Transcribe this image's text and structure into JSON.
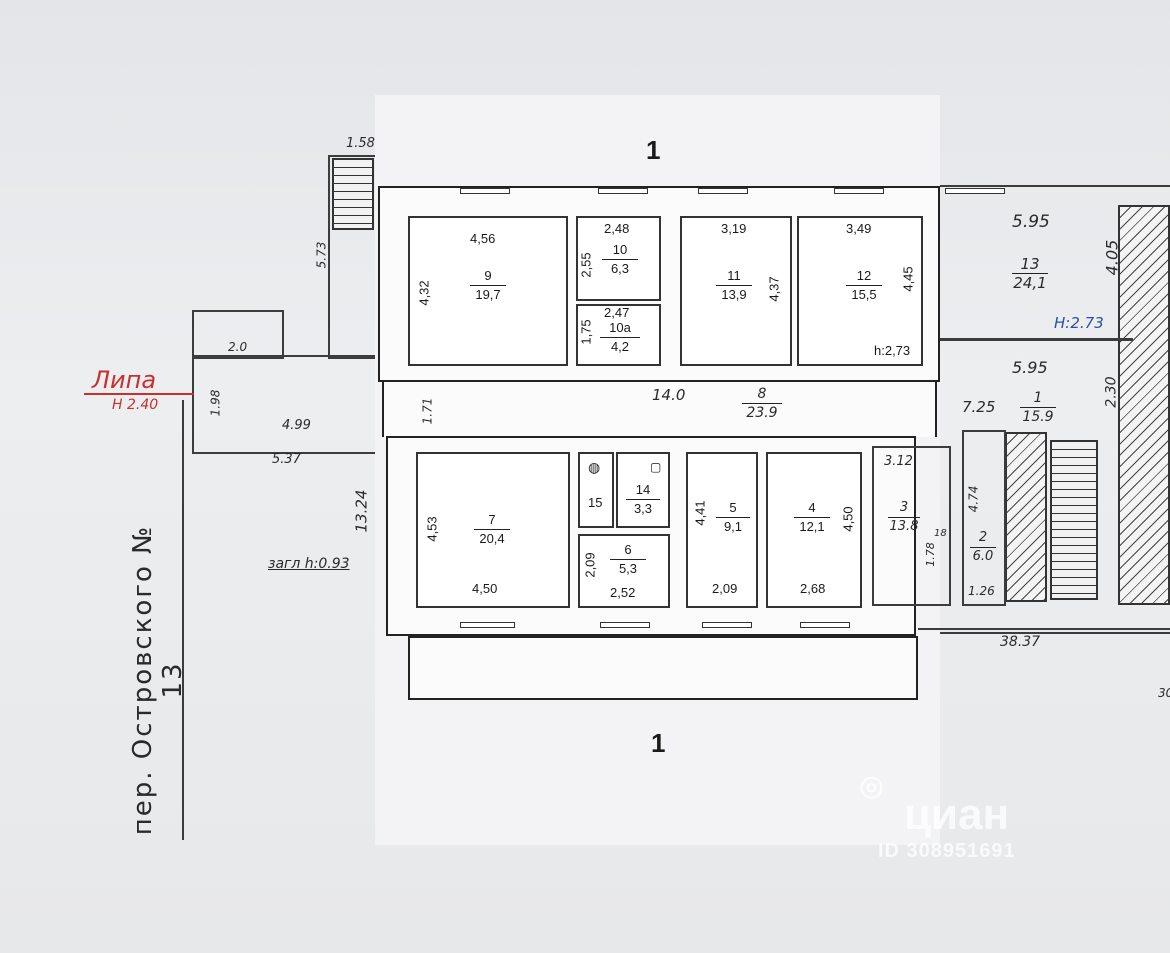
{
  "sheet_label_top": "1",
  "sheet_label_bottom": "1",
  "street_label": "Липа",
  "street_height": "H 2.40",
  "address": "пер. Островского № 13",
  "ground_level": "загл h:0.93",
  "watermark_brand": "циан",
  "watermark_id": "ID 308951691",
  "ceiling_height": "h:2,73",
  "annex_height": "H:2.73",
  "rooms": {
    "r9": {
      "num": "9",
      "area": "19,7",
      "top": "4,56",
      "side": "4,32"
    },
    "r10": {
      "num": "10",
      "area": "6,3",
      "top": "2,48",
      "side": "2,55"
    },
    "r10a": {
      "num": "10а",
      "area": "4,2",
      "top": "2,47",
      "side": "1,75"
    },
    "r11": {
      "num": "11",
      "area": "13,9",
      "top": "3,19",
      "side": "4,37"
    },
    "r12": {
      "num": "12",
      "area": "15,5",
      "top": "3,49",
      "side": "4,45"
    },
    "r13": {
      "num": "13",
      "area": "24,1",
      "top": "5.95",
      "side": "4.05"
    },
    "r8": {
      "num": "8",
      "area": "23.9",
      "len": "14.0",
      "side": "1.71"
    },
    "r1": {
      "num": "1",
      "area": "15.9",
      "top": "5.95",
      "left": "7.25",
      "side": "2.30"
    },
    "r7": {
      "num": "7",
      "area": "20,4",
      "side": "4,53",
      "bottom": "4,50"
    },
    "r15": {
      "num": "15"
    },
    "r14": {
      "num": "14",
      "area": "3,3"
    },
    "r6": {
      "num": "6",
      "area": "5,3",
      "side": "2,09",
      "bottom": "2,52"
    },
    "r5": {
      "num": "5",
      "area": "9,1",
      "side": "4,41",
      "bottom": "2,09"
    },
    "r4": {
      "num": "4",
      "area": "12,1",
      "side": "4,50",
      "bottom": "2,68"
    },
    "r3": {
      "num": "3",
      "area": "13.8",
      "top": "3.12",
      "side": "1.78",
      "mark": "18"
    },
    "r2": {
      "num": "2",
      "area": "6.0",
      "side": "4.74",
      "bottom": "1.26"
    }
  },
  "dims": {
    "porch_top": "1.58",
    "porch_side": "5.73",
    "annex_top": "2.0",
    "annex_side": "1.98",
    "annex_inner": "4.99",
    "annex_outer": "5.37",
    "left_wall": "13.24",
    "total_length": "38.37",
    "edge_mark": "30"
  }
}
